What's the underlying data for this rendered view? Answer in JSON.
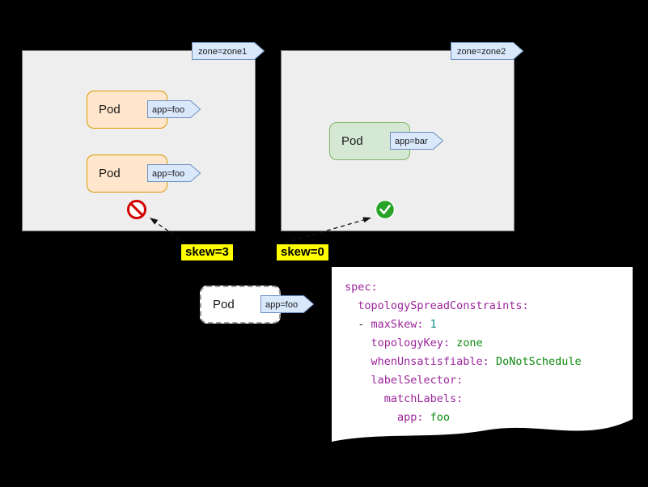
{
  "zone1": {
    "tag": "zone=zone1",
    "pod1": {
      "name": "Pod",
      "label": "app=foo"
    },
    "pod2": {
      "name": "Pod",
      "label": "app=foo"
    },
    "skew": "skew=3",
    "status_icon": "no-entry-icon"
  },
  "zone2": {
    "tag": "zone=zone2",
    "pod1": {
      "name": "Pod",
      "label": "app=bar"
    },
    "skew": "skew=0",
    "status_icon": "check-icon"
  },
  "pending_pod": {
    "name": "Pod",
    "label": "app=foo"
  },
  "code": {
    "l1k": "spec:",
    "l2k": "  topologySpreadConstraints:",
    "l3p": "  - ",
    "l3k": "maxSkew:",
    "l3n": " 1",
    "l4k": "    topologyKey:",
    "l4v": " zone",
    "l5k": "    whenUnsatisfiable:",
    "l5v": " DoNotSchedule",
    "l6k": "    labelSelector:",
    "l7k": "      matchLabels:",
    "l8k": "        app:",
    "l8v": " foo"
  },
  "colors": {
    "pod_foo_fill": "#ffe6cc",
    "pod_foo_border": "#d79b00",
    "pod_bar_fill": "#d5e8d4",
    "pod_bar_border": "#82b366",
    "tag_fill": "#dae8fc",
    "tag_border": "#6c8ebf",
    "skew_highlight": "#ffff00",
    "denied_red": "#d40000",
    "allowed_green": "#27a327",
    "yaml_key": "#9b259b",
    "yaml_string": "#0e8a0e",
    "yaml_number": "#0b8a8a"
  }
}
